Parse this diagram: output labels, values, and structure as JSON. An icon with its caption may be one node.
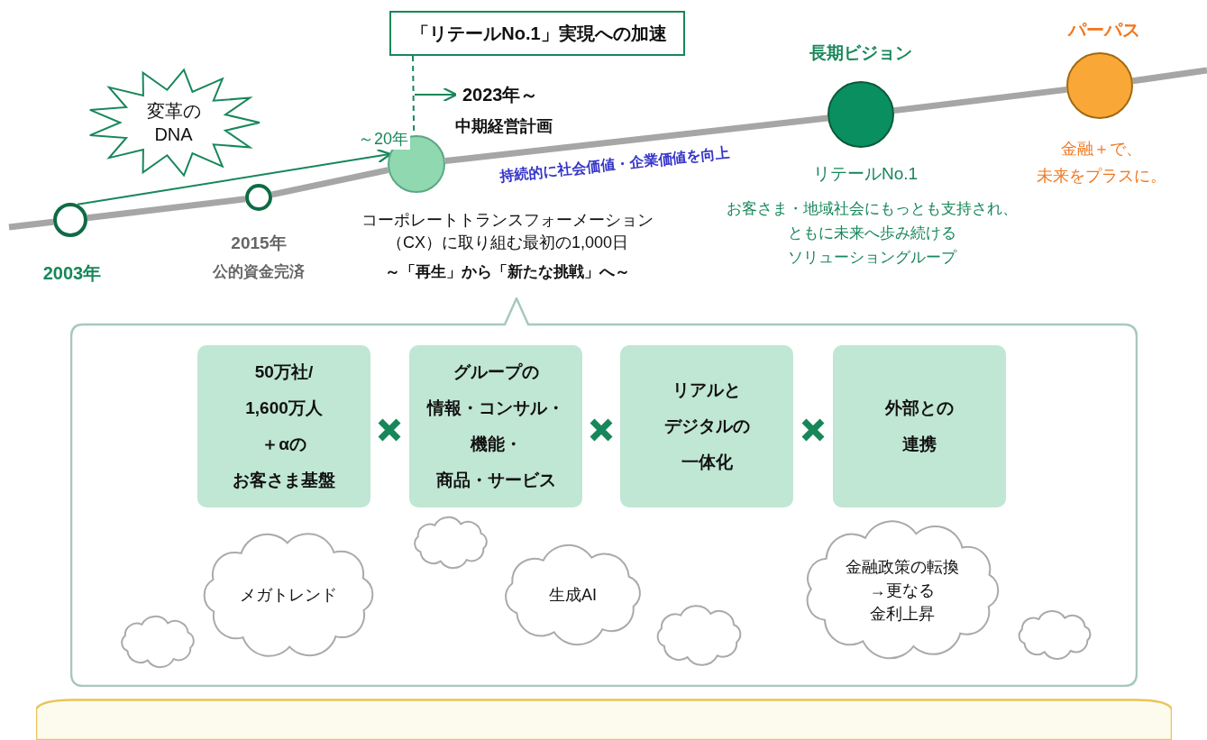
{
  "diagram": {
    "nodes": [
      {
        "text": [
          "変革のDNA"
        ]
      },
      {
        "text": [],
        "shape": "circle",
        "beside": [
          "2003年"
        ]
      },
      {
        "text": [],
        "shape": "circle",
        "beside": [
          "2015年",
          "公的資金完済"
        ]
      },
      {
        "text": [
          "「リテールNo.1」実現への加速"
        ]
      },
      {
        "text": [
          "2023年～",
          "中期経営計画"
        ]
      },
      {
        "text": [],
        "shape": "circle",
        "beside": [
          "コーポレートトランスフォーメーション（CX）に取り組む最初の1,000日",
          "～「再生」から「新たな挑戦」へ～"
        ]
      },
      {
        "text": [],
        "shape": "circle",
        "beside": [
          "長期ビジョン",
          "リテールNo.1",
          "お客さま・地域社会にもっとも支持され、ともに未来へ歩み続けるソリューショングループ"
        ]
      },
      {
        "text": [],
        "shape": "circle",
        "beside": [
          "パーパス",
          "金融＋で、未来をプラスに。"
        ]
      },
      {
        "text": [],
        "shape": "box"
      },
      {
        "text": [
          "50万社/1,600万人＋αのお客さま基盤"
        ],
        "in": 8
      },
      {
        "text": [
          "グループの情報・コンサル・機能・商品・サービス"
        ],
        "in": 8
      },
      {
        "text": [
          "リアルとデジタルの一体化"
        ],
        "in": 8
      },
      {
        "text": [
          "外部との連携"
        ],
        "in": 8
      },
      {
        "text": [],
        "shape": "cloud",
        "in": 8
      },
      {
        "text": [
          "メガトレンド"
        ],
        "in": 8
      },
      {
        "text": [],
        "shape": "cloud",
        "in": 8
      },
      {
        "text": [
          "生成AI"
        ],
        "in": 8
      },
      {
        "text": [],
        "shape": "cloud",
        "in": 8
      },
      {
        "text": [
          "金融政策の転換→更なる金利上昇"
        ],
        "in": 8
      },
      {
        "text": [],
        "shape": "cloud",
        "in": 8
      },
      {
        "text": [],
        "shape": "bar"
      }
    ],
    "edges": [
      {
        "from": null,
        "to": 1,
        "arrow": "none"
      },
      {
        "from": 1,
        "to": 2,
        "arrow": "none"
      },
      {
        "from": 2,
        "to": 5,
        "arrow": "none"
      },
      {
        "from": 5,
        "to": 6,
        "arrow": "none"
      },
      {
        "from": 6,
        "to": 7,
        "arrow": "none"
      },
      {
        "from": 7,
        "to": null,
        "arrow": "none"
      },
      {
        "from": 1,
        "to": 5,
        "arrow": "to",
        "label": "～20年",
        "color": "#17875a"
      },
      {
        "from": 3,
        "to": 5,
        "arrow": "none",
        "style": "dashed",
        "color": "#17875a"
      },
      {
        "from": null,
        "to": 4,
        "arrow": "to",
        "color": "#17875a"
      }
    ],
    "labels": [
      "持続的に社会価値・企業価値を向上"
    ]
  }
}
